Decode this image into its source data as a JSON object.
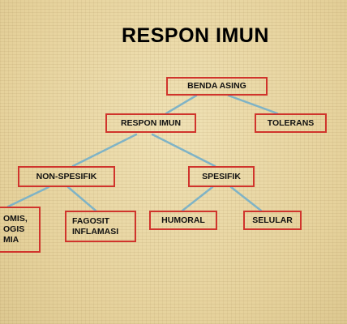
{
  "title": "RESPON IMUN",
  "nodes": {
    "benda_asing": "BENDA ASING",
    "respon_imun": "RESPON IMUN",
    "toleran": "TOLERANS",
    "non_spesifik": "NON-SPESIFIK",
    "spesifik": "SPESIFIK",
    "fisik": [
      "OMIS,",
      "OGIS",
      "MIA"
    ],
    "fagosit": [
      "FAGOSIT",
      "INFLAMASI"
    ],
    "humoral": "HUMORAL",
    "selular": "SELULAR"
  },
  "colors": {
    "box_border": "#d0342c",
    "connector": "#7fb3c6",
    "background": "#ead8a6"
  }
}
